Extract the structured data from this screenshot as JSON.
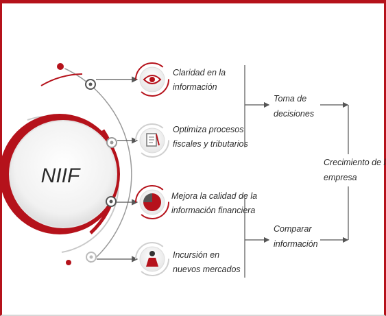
{
  "center": {
    "label": "NIIF"
  },
  "benefits": [
    {
      "icon": "eye-icon",
      "lines": [
        "Claridad en la",
        "información"
      ]
    },
    {
      "icon": "document-icon",
      "lines": [
        "Optimiza procesos",
        "fiscales y tributarios"
      ]
    },
    {
      "icon": "chart-icon",
      "lines": [
        "Mejora la calidad de la",
        "información financiera"
      ]
    },
    {
      "icon": "person-icon",
      "lines": [
        "Incursión en",
        "nuevos mercados"
      ]
    }
  ],
  "outcomes": [
    {
      "lines": [
        "Toma de",
        "decisiones"
      ]
    },
    {
      "lines": [
        "Comparar",
        "información"
      ]
    }
  ],
  "final": {
    "lines": [
      "Crecimiento de la",
      "empresa"
    ]
  },
  "colors": {
    "accent": "#b5121b",
    "line": "#555555",
    "text": "#2b2b2b"
  }
}
